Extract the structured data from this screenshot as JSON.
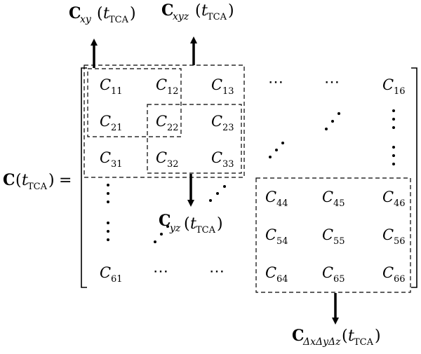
{
  "equation": {
    "lhs_symbol": "C",
    "lhs_open": "(",
    "lhs_t": "t",
    "lhs_sub": "TCA",
    "lhs_close": ")",
    "equals": "="
  },
  "matrix": {
    "cells": [
      {
        "id": "c11",
        "letter": "C",
        "index": "11"
      },
      {
        "id": "c12",
        "letter": "C",
        "index": "12"
      },
      {
        "id": "c13",
        "letter": "C",
        "index": "13"
      },
      {
        "id": "c16",
        "letter": "C",
        "index": "16"
      },
      {
        "id": "c21",
        "letter": "C",
        "index": "21"
      },
      {
        "id": "c22",
        "letter": "C",
        "index": "22"
      },
      {
        "id": "c23",
        "letter": "C",
        "index": "23"
      },
      {
        "id": "c31",
        "letter": "C",
        "index": "31"
      },
      {
        "id": "c32",
        "letter": "C",
        "index": "32"
      },
      {
        "id": "c33",
        "letter": "C",
        "index": "33"
      },
      {
        "id": "c44",
        "letter": "C",
        "index": "44"
      },
      {
        "id": "c45",
        "letter": "C",
        "index": "45"
      },
      {
        "id": "c46",
        "letter": "C",
        "index": "46"
      },
      {
        "id": "c54",
        "letter": "C",
        "index": "54"
      },
      {
        "id": "c55",
        "letter": "C",
        "index": "55"
      },
      {
        "id": "c56",
        "letter": "C",
        "index": "56"
      },
      {
        "id": "c61",
        "letter": "C",
        "index": "61"
      },
      {
        "id": "c64",
        "letter": "C",
        "index": "64"
      },
      {
        "id": "c65",
        "letter": "C",
        "index": "65"
      },
      {
        "id": "c66",
        "letter": "C",
        "index": "66"
      }
    ],
    "ellipsis": "⋯"
  },
  "labels": {
    "cxy": {
      "symbol": "C",
      "sub": "xy",
      "t": "t",
      "t_sub": "TCA",
      "open": "(",
      "close": ")"
    },
    "cxyz": {
      "symbol": "C",
      "sub": "xyz",
      "t": "t",
      "t_sub": "TCA",
      "open": "(",
      "close": ")"
    },
    "cyz": {
      "symbol": "C",
      "sub": "yz",
      "t": "t",
      "t_sub": "TCA",
      "open": "(",
      "close": ")"
    },
    "cdxyz": {
      "symbol": "C",
      "sub": "ΔxΔyΔz",
      "t": "t",
      "t_sub": "TCA",
      "open": "(",
      "close": ")"
    }
  },
  "colors": {
    "ink": "#000000",
    "background": "#ffffff"
  }
}
